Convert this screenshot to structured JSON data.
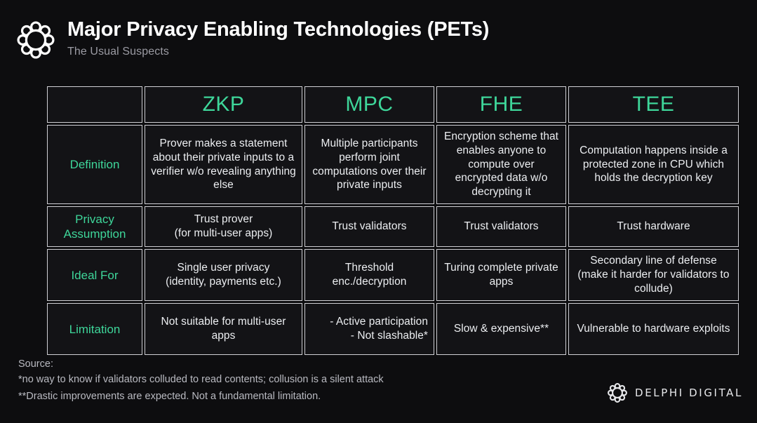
{
  "header": {
    "logo_icon": "delphi-knot-logo",
    "title": "Major Privacy Enabling Technologies (PETs)",
    "subtitle": "The Usual Suspects"
  },
  "table": {
    "corner_label": "",
    "columns": [
      "ZKP",
      "MPC",
      "FHE",
      "TEE"
    ],
    "rows": [
      {
        "label": "Definition",
        "cells": [
          "Prover makes a statement about their private inputs to a verifier w/o revealing anything else",
          "Multiple participants perform joint computations over their private inputs",
          "Encryption scheme that enables anyone to compute over encrypted data w/o decrypting it",
          "Computation happens inside a protected zone in CPU which holds the decryption key"
        ]
      },
      {
        "label": "Privacy Assumption",
        "cells": [
          "Trust prover\n(for multi-user apps)",
          "Trust validators",
          "Trust validators",
          "Trust hardware"
        ]
      },
      {
        "label": "Ideal For",
        "cells": [
          "Single user privacy\n(identity, payments etc.)",
          "Threshold enc./decryption",
          "Turing complete private apps",
          "Secondary line of defense (make it harder for validators to collude)"
        ]
      },
      {
        "label": "Limitation",
        "cells": [
          "Not suitable for multi-user apps",
          "- Active participation\n- Not slashable*",
          "Slow & expensive**",
          "Vulnerable to hardware exploits"
        ]
      }
    ]
  },
  "footer": {
    "source_label": "Source:",
    "note_1": "*no way to know if validators colluded to read contents; collusion is a silent attack",
    "note_2": "**Drastic improvements are expected. Not a fundamental limitation.",
    "brand_icon": "delphi-knot-logo",
    "brand_text": "DELPHI DIGITAL"
  },
  "colors": {
    "background": "#0d0d0f",
    "cell_background": "#131316",
    "accent_teal": "#3ed69a",
    "border": "#cfcfd4",
    "body_text": "#eceef1",
    "muted_text": "#b9bac1"
  }
}
